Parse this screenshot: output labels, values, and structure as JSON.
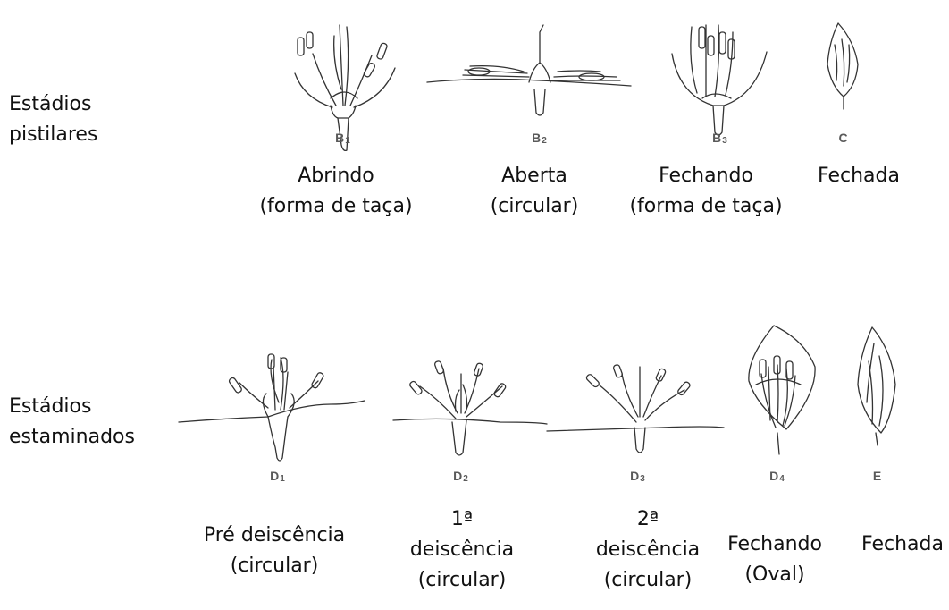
{
  "rows": {
    "pistillate": {
      "label": "Estádios\npistilares",
      "stages": [
        {
          "code": "B",
          "sub": "1",
          "desc": "Abrindo\n(forma de taça)"
        },
        {
          "code": "B",
          "sub": "2",
          "desc": "Aberta\n(circular)"
        },
        {
          "code": "B",
          "sub": "3",
          "desc": "Fechando\n(forma de taça)"
        },
        {
          "code": "C",
          "sub": "",
          "desc": "Fechada"
        }
      ]
    },
    "staminate": {
      "label": "Estádios\nestaminados",
      "stages": [
        {
          "code": "D",
          "sub": "1",
          "desc": "Pré deiscência\n(circular)"
        },
        {
          "code": "D",
          "sub": "2",
          "desc": "1ª\ndeiscência\n(circular)"
        },
        {
          "code": "D",
          "sub": "3",
          "desc": "2ª\ndeiscência\n(circular)"
        },
        {
          "code": "D",
          "sub": "4",
          "desc": "Fechando\n(Oval)"
        },
        {
          "code": "E",
          "sub": "",
          "desc": "Fechada"
        }
      ]
    }
  }
}
